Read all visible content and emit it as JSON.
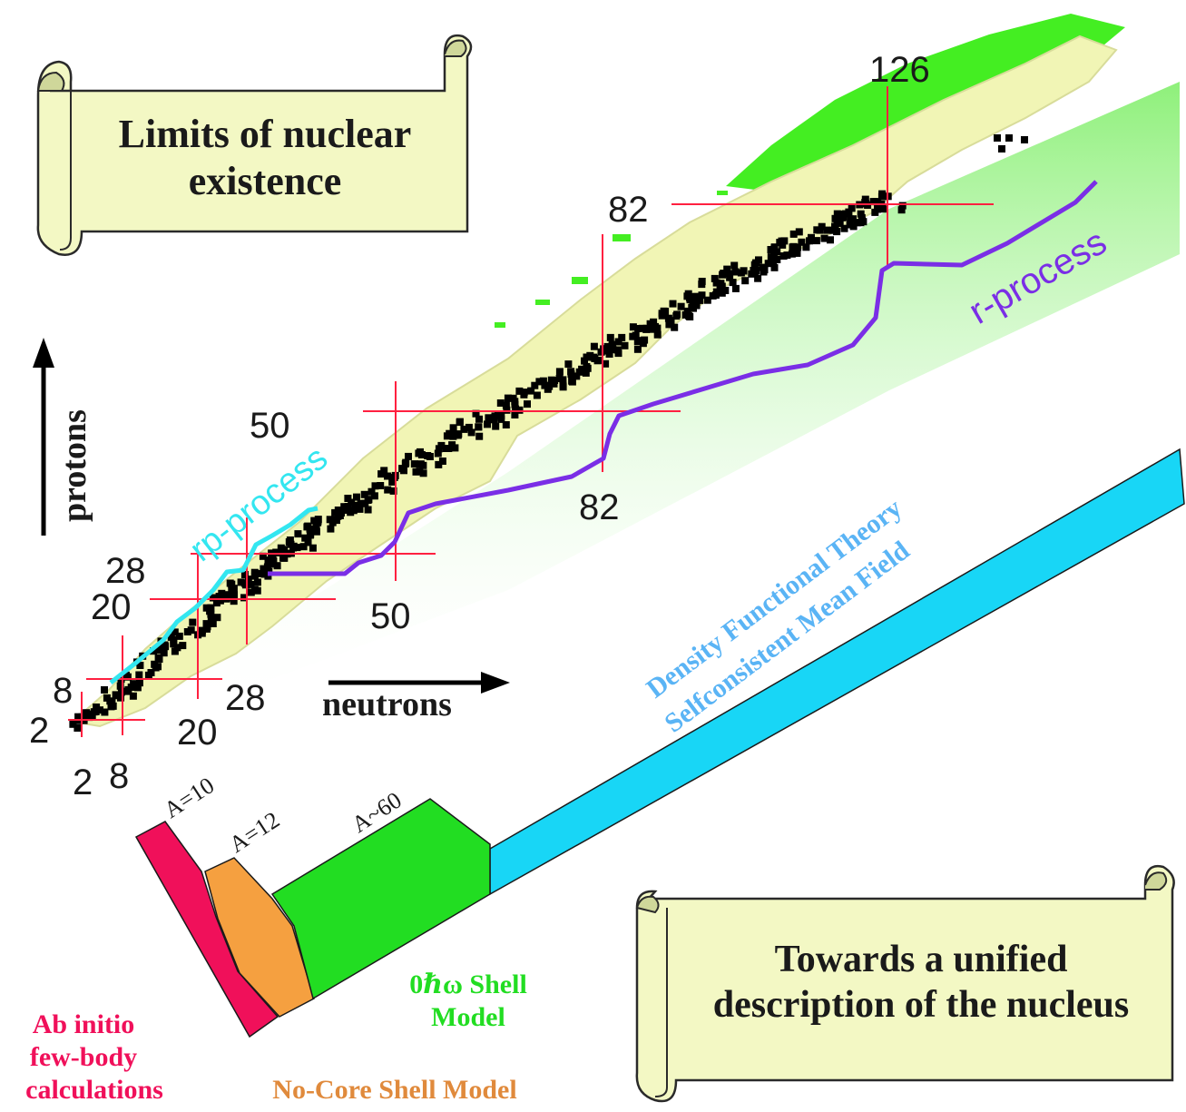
{
  "scroll_top": {
    "title_line1": "Limits of nuclear",
    "title_line2": "existence"
  },
  "scroll_bottom": {
    "title_line1": "Towards a unified",
    "title_line2": "description of the nucleus"
  },
  "axes": {
    "protons": "protons",
    "neutrons": "neutrons"
  },
  "magic_numbers": {
    "proton_2": "2",
    "proton_8": "8",
    "proton_20": "20",
    "proton_28": "28",
    "proton_50": "50",
    "proton_82": "82",
    "neutron_2": "2",
    "neutron_8": "8",
    "neutron_20": "20",
    "neutron_28": "28",
    "neutron_50": "50",
    "neutron_82": "82",
    "neutron_126": "126"
  },
  "processes": {
    "rp": "rp-process",
    "r": "r-process"
  },
  "dft": {
    "line1": "Density Functional Theory",
    "line2": "Selfconsistent Mean Field"
  },
  "regions": {
    "a10": "A=10",
    "a12": "A=12",
    "a60": "A~60"
  },
  "methods": {
    "ab_initio_1": "Ab initio",
    "ab_initio_2": "few-body",
    "ab_initio_3": "calculations",
    "no_core": "No-Core Shell Model",
    "shell_1": "0ℏω Shell",
    "shell_2": "Model"
  },
  "colors": {
    "scroll_fill": "#f3f8c4",
    "drip_fill": "#f1f5b5",
    "stable": "#000000",
    "magic_line": "#ff2040",
    "rp_process": "#33e6f0",
    "r_process": "#7a2ee6",
    "dft_band": "#18d6f6",
    "dft_text": "#5ab4f5",
    "ab_initio": "#f0105a",
    "no_core": "#f5a040",
    "shell_model": "#22dd22",
    "green_edge": "#44ee22"
  }
}
